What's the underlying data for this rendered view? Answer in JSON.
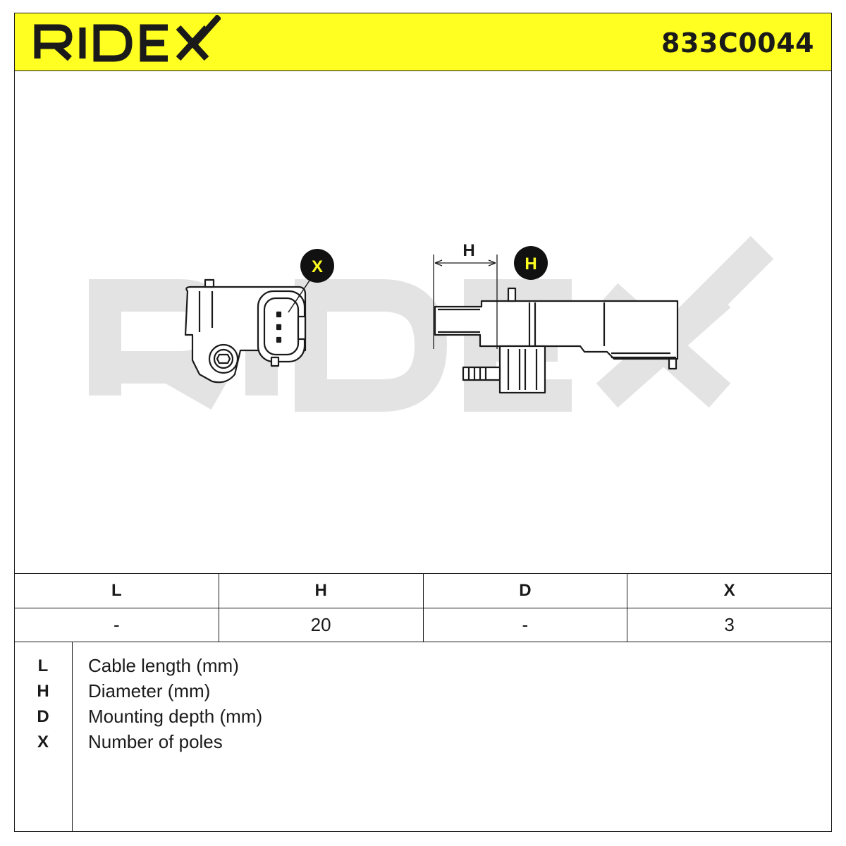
{
  "header": {
    "brand": "RIDEX",
    "part_number": "833C0044",
    "brand_color": "#ffff22"
  },
  "drawing": {
    "watermark": "RIDEX",
    "callout_x": "X",
    "callout_h": "H",
    "dimension_label": "H"
  },
  "spec_table": {
    "headers": [
      "L",
      "H",
      "D",
      "X"
    ],
    "values": [
      "-",
      "20",
      "-",
      "3"
    ]
  },
  "legend": [
    {
      "key": "L",
      "text": "Cable length (mm)"
    },
    {
      "key": "H",
      "text": "Diameter (mm)"
    },
    {
      "key": "D",
      "text": "Mounting depth (mm)"
    },
    {
      "key": "X",
      "text": "Number of poles"
    }
  ]
}
